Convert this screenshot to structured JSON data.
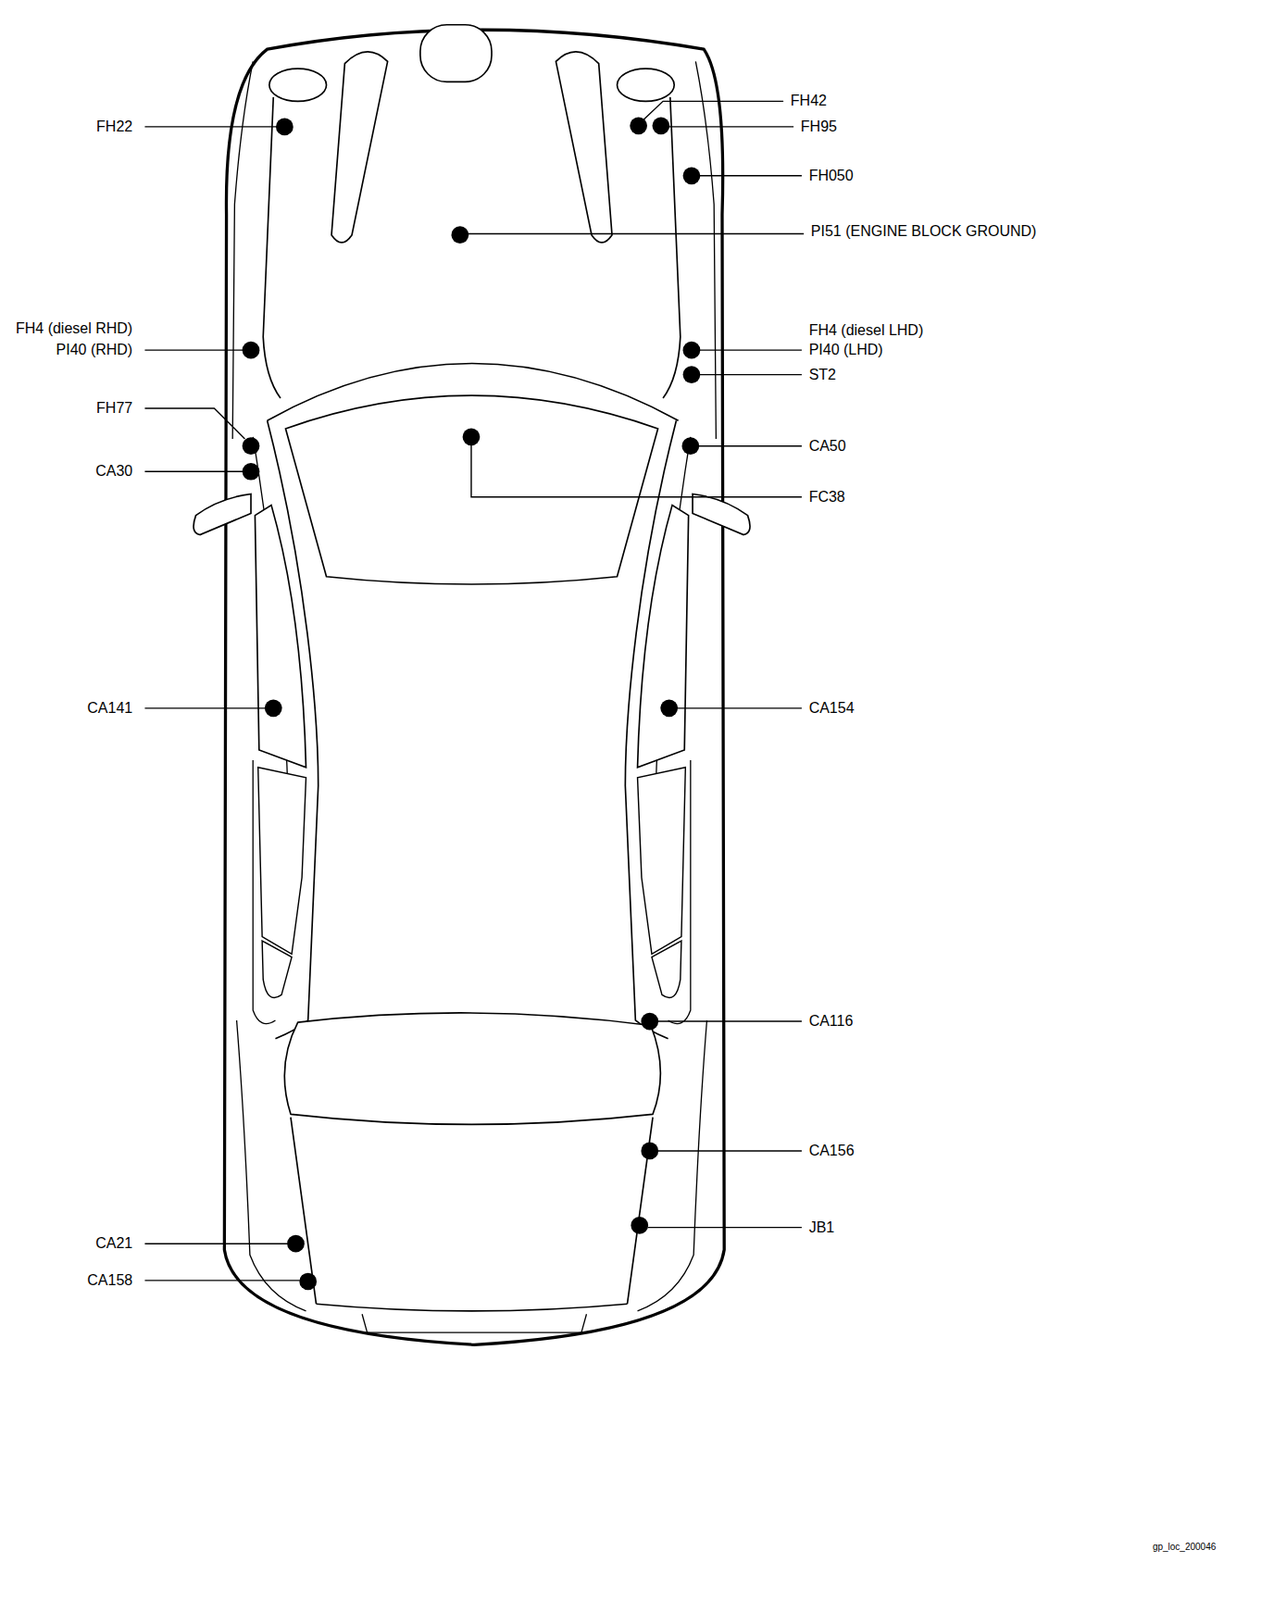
{
  "diagram": {
    "labels": [
      "FH22",
      "FH42",
      "FH95",
      "FH050",
      "PI51 (ENGINE BLOCK GROUND)",
      "FH4 (diesel RHD)",
      "PI40 (RHD)",
      "FH4 (diesel LHD)",
      "PI40 (LHD)",
      "ST2",
      "FH77",
      "CA50",
      "CA30",
      "FC38",
      "CA141",
      "CA154",
      "CA116",
      "CA156",
      "JB1",
      "CA21",
      "CA158",
      "gp_loc_200046"
    ]
  }
}
